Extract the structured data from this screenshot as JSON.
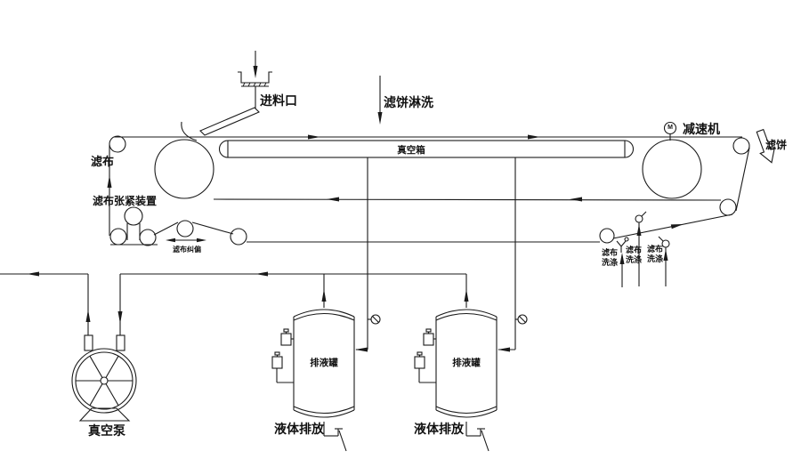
{
  "diagram": {
    "title_implied": "真空带式过滤机流程图",
    "colors": {
      "line": "#1a1a1a",
      "background": "#ffffff"
    },
    "labels": {
      "feed_inlet": "进料口",
      "cake_rinse": "滤饼淋洗",
      "vacuum_box": "真空箱",
      "reducer": "减速机",
      "motor": "M",
      "filter_cake": "滤饼",
      "filter_cloth": "滤布",
      "cloth_tension": "滤布张紧装置",
      "cloth_align": "滤布纠偏",
      "cloth_wash_line1": "滤布",
      "cloth_wash_line2": "洗涤",
      "vacuum_pump": "真空泵",
      "drain_tank": "排液罐",
      "liquid_discharge": "液体排放"
    }
  }
}
